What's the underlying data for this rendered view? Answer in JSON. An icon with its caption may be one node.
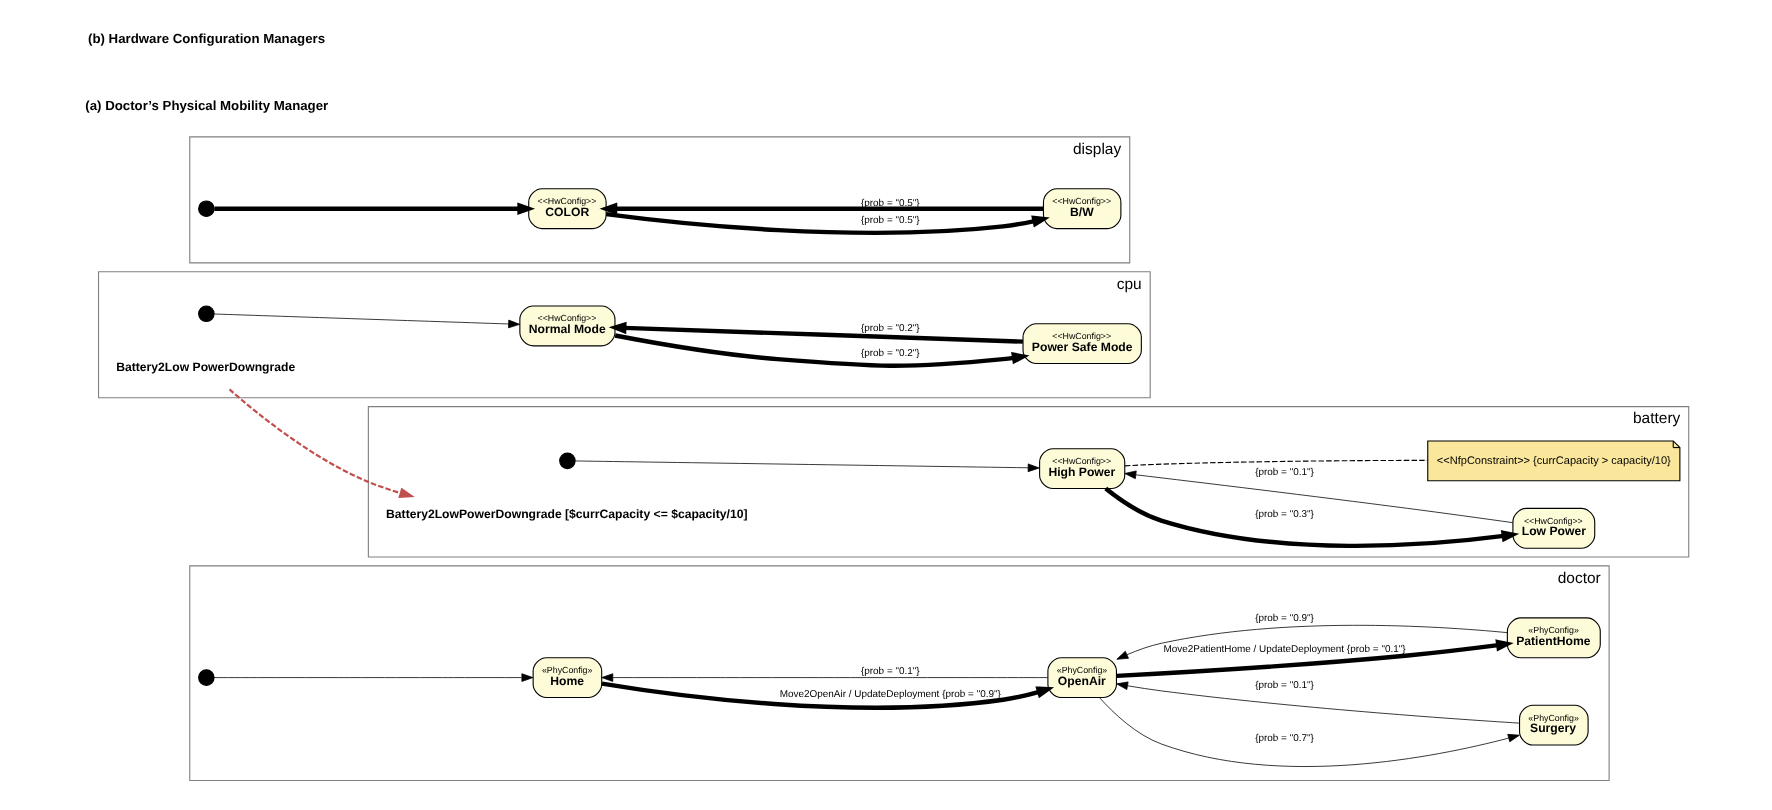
{
  "diagram": {
    "nodes": [
      {
        "text": [
          "doctor"
        ]
      },
      {
        "text": [],
        "shape": "circle",
        "in": 0
      },
      {
        "text": [
          "«PhyConfig»",
          "Home"
        ],
        "in": 0
      },
      {
        "text": [
          "«PhyConfig»",
          "Surgery"
        ],
        "in": 0
      },
      {
        "text": [
          "«PhyConfig»",
          "OpenAir"
        ],
        "in": 0
      },
      {
        "text": [
          "«PhyConfig»",
          "PatientHome"
        ],
        "in": 0
      },
      {
        "text": [
          "cpu"
        ]
      },
      {
        "text": [],
        "shape": "circle",
        "in": 6
      },
      {
        "text": [
          "<<HwConfig>>",
          "Normal Mode"
        ],
        "in": 6
      },
      {
        "text": [
          "<<HwConfig>>",
          "Power Safe Mode"
        ],
        "in": 6
      },
      {
        "text": [
          "Battery2Low PowerDowngrade"
        ],
        "in": 6
      },
      {
        "text": [
          "battery"
        ]
      },
      {
        "text": [],
        "shape": "circle",
        "in": 11
      },
      {
        "text": [
          "<<HwConfig>>",
          "High Power"
        ],
        "in": 11
      },
      {
        "text": [
          "<<HwConfig>>",
          "Low Power"
        ],
        "in": 11
      },
      {
        "text": [
          "Battery2LowPowerDowngrade [$currCapacity <= $capacity/10]"
        ],
        "in": 11
      },
      {
        "text": [
          "<<NfpConstraint>> {currCapacity > capacity/10}"
        ],
        "in": 11
      },
      {
        "text": [
          "display"
        ]
      },
      {
        "text": [],
        "shape": "circle",
        "in": 17
      },
      {
        "text": [
          "<<HwConfig>>",
          "COLOR"
        ],
        "in": 17
      },
      {
        "text": [
          "<<HwConfig>>",
          "B/W"
        ],
        "in": 17
      }
    ],
    "edges": [
      {
        "from": 1,
        "to": 2,
        "arrow": "to"
      },
      {
        "from": 2,
        "to": 4,
        "arrow": "to",
        "style": "thick",
        "label": "Move2OpenAir / UpdateDeployment {prob = \"0.9\"}"
      },
      {
        "from": 4,
        "to": 3,
        "arrow": "to",
        "label": "{prob = \"0.7\"}"
      },
      {
        "from": 3,
        "to": 4,
        "arrow": "to",
        "label": "{prob = \"0.1\"}"
      },
      {
        "from": 4,
        "to": 2,
        "arrow": "to",
        "label": "{prob = \"0.1\"}"
      },
      {
        "from": 4,
        "to": 5,
        "arrow": "to",
        "style": "thick",
        "label": "Move2PatientHome / UpdateDeployment {prob = \"0.1\"}"
      },
      {
        "from": 5,
        "to": 4,
        "arrow": "to",
        "label": "{prob = \"0.9\"}"
      },
      {
        "from": 7,
        "to": 8,
        "arrow": "to"
      },
      {
        "from": 9,
        "to": 8,
        "arrow": "to",
        "style": "thick",
        "label": "{prob = \"0.2\"}"
      },
      {
        "from": 8,
        "to": 9,
        "arrow": "to",
        "style": "thick",
        "label": "{prob = \"0.2\"}"
      },
      {
        "from": 10,
        "to": 15,
        "arrow": "to",
        "style": "dashed",
        "color": "#c0504d"
      },
      {
        "from": 12,
        "to": 13,
        "arrow": "to"
      },
      {
        "from": 14,
        "to": 13,
        "arrow": "to",
        "label": "{prob = \"0.1\"}"
      },
      {
        "from": 13,
        "to": 14,
        "arrow": "to",
        "style": "thick",
        "label": "{prob = \"0.3\"}"
      },
      {
        "from": 13,
        "to": 16,
        "arrow": "none",
        "style": "dashed"
      },
      {
        "from": 18,
        "to": 19,
        "arrow": "to",
        "style": "thick"
      },
      {
        "from": 19,
        "to": 20,
        "arrow": "to",
        "style": "thick",
        "label": "{prob = \"0.5\"}"
      },
      {
        "from": 20,
        "to": 19,
        "arrow": "to",
        "style": "thick",
        "label": "{prob = \"0.5\"}"
      }
    ],
    "labels": [
      "(a) Doctor’s Physical Mobility Manager",
      "(b) Hardware Configuration Managers"
    ]
  }
}
